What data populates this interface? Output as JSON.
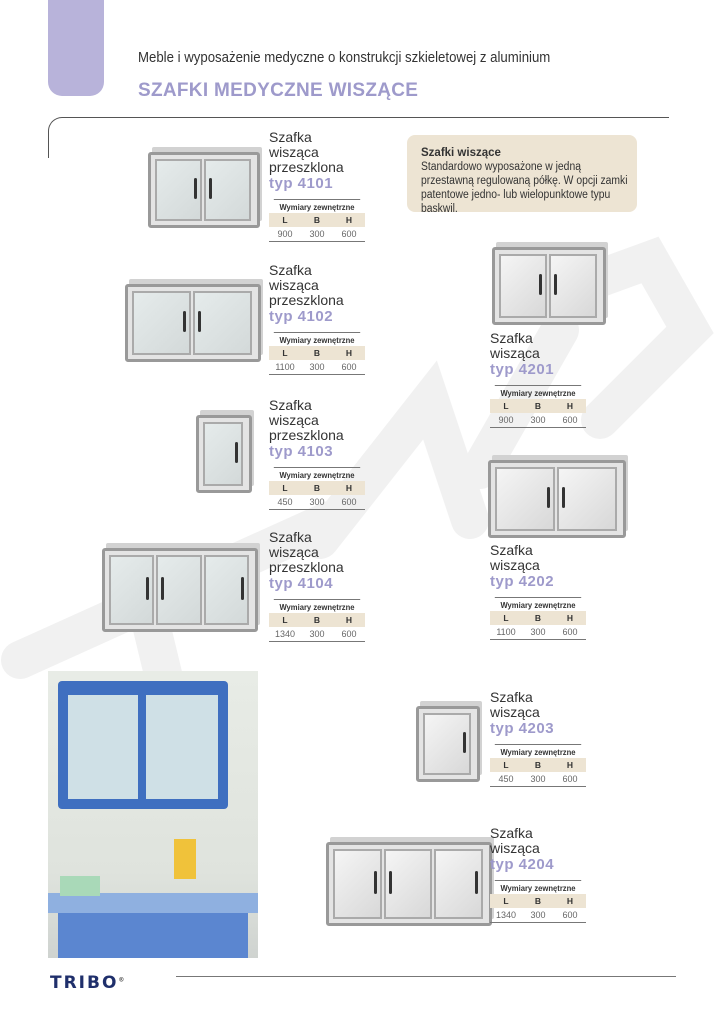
{
  "header": {
    "subtitle": "Meble i wyposażenie medyczne o konstrukcji szkieletowej z aluminium",
    "title": "SZAFKI MEDYCZNE WISZĄCE"
  },
  "info_box": {
    "title": "Szafki wiszące",
    "text": "Standardowo wyposażone w jedną przestawną regulowaną półkę. W opcji zamki patentowe jedno- lub wielopunktowe typu baskwil."
  },
  "dimensions_header": "Wymiary zewnętrzne",
  "dimension_labels": [
    "L",
    "B",
    "H"
  ],
  "products": [
    {
      "name_lines": [
        "Szafka",
        "wisząca",
        "przeszklona"
      ],
      "type": "typ 4101",
      "dims": [
        "900",
        "300",
        "600"
      ]
    },
    {
      "name_lines": [
        "Szafka",
        "wisząca",
        "przeszklona"
      ],
      "type": "typ 4102",
      "dims": [
        "1100",
        "300",
        "600"
      ]
    },
    {
      "name_lines": [
        "Szafka",
        "wisząca",
        "przeszklona"
      ],
      "type": "typ 4103",
      "dims": [
        "450",
        "300",
        "600"
      ]
    },
    {
      "name_lines": [
        "Szafka",
        "wisząca",
        "przeszklona"
      ],
      "type": "typ 4104",
      "dims": [
        "1340",
        "300",
        "600"
      ]
    },
    {
      "name_lines": [
        "Szafka",
        "wisząca"
      ],
      "type": "typ 4201",
      "dims": [
        "900",
        "300",
        "600"
      ]
    },
    {
      "name_lines": [
        "Szafka",
        "wisząca"
      ],
      "type": "typ 4202",
      "dims": [
        "1100",
        "300",
        "600"
      ]
    },
    {
      "name_lines": [
        "Szafka",
        "wisząca"
      ],
      "type": "typ 4203",
      "dims": [
        "450",
        "300",
        "600"
      ]
    },
    {
      "name_lines": [
        "Szafka",
        "wisząca"
      ],
      "type": "typ 4204",
      "dims": [
        "1340",
        "300",
        "600"
      ]
    }
  ],
  "footer": {
    "logo": "TRIBO",
    "registered": "®"
  },
  "colors": {
    "accent": "#9e9acb",
    "tab": "#b8b3da",
    "info_bg": "#ede4d3",
    "logo": "#1f2f6b"
  }
}
